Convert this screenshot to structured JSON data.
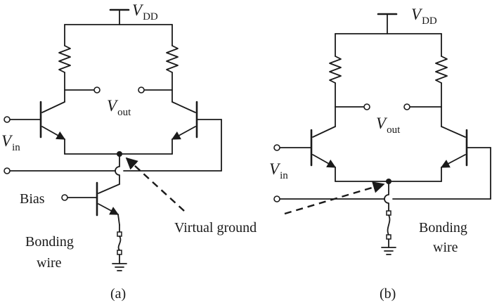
{
  "figure_a": {
    "vdd": {
      "main": "V",
      "sub": "DD"
    },
    "vout": {
      "main": "V",
      "sub": "out"
    },
    "vin": {
      "main": "V",
      "sub": "in"
    },
    "bias": "Bias",
    "bonding_line1": "Bonding",
    "bonding_line2": "wire",
    "caption": "(a)"
  },
  "figure_b": {
    "vdd": {
      "main": "V",
      "sub": "DD"
    },
    "vout": {
      "main": "V",
      "sub": "out"
    },
    "vin": {
      "main": "V",
      "sub": "in"
    },
    "bonding_line1": "Bonding",
    "bonding_line2": "wire",
    "caption": "(b)"
  },
  "shared": {
    "virtual_ground": "Virtual ground"
  }
}
